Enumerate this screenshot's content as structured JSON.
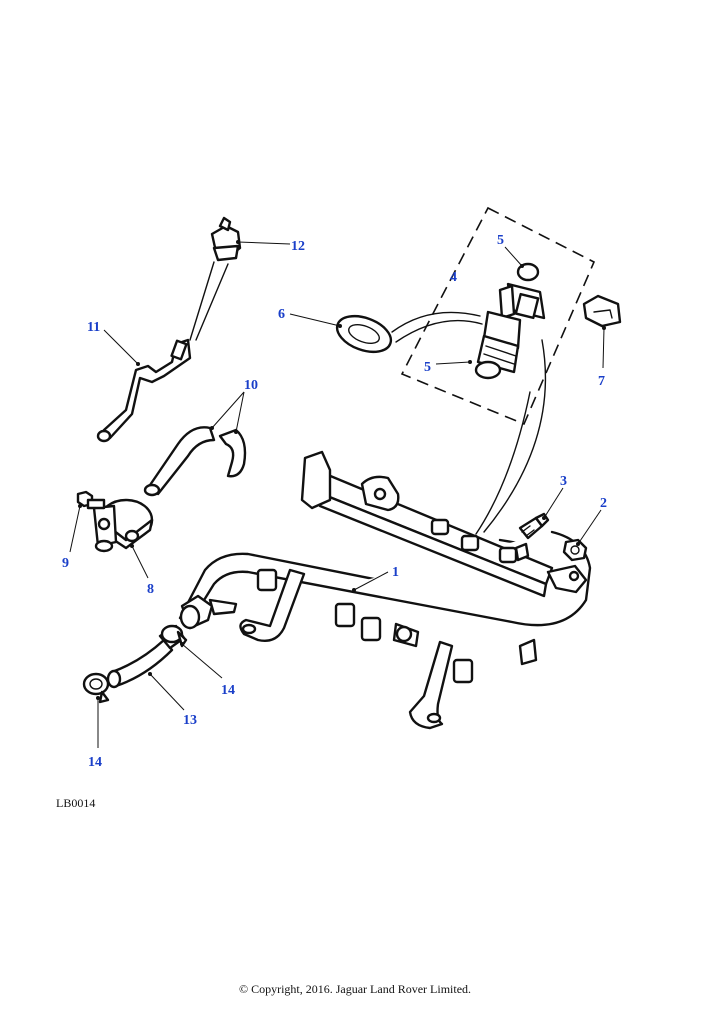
{
  "colors": {
    "callout_text": "#1a3fc9",
    "line": "#111111"
  },
  "callouts": [
    {
      "id": "c1",
      "label": "1"
    },
    {
      "id": "c2",
      "label": "2"
    },
    {
      "id": "c3",
      "label": "3"
    },
    {
      "id": "c4",
      "label": "4"
    },
    {
      "id": "c5a",
      "label": "5"
    },
    {
      "id": "c5b",
      "label": "5"
    },
    {
      "id": "c6",
      "label": "6"
    },
    {
      "id": "c7",
      "label": "7"
    },
    {
      "id": "c8",
      "label": "8"
    },
    {
      "id": "c9",
      "label": "9"
    },
    {
      "id": "c10",
      "label": "10"
    },
    {
      "id": "c11",
      "label": "11"
    },
    {
      "id": "c12",
      "label": "12"
    },
    {
      "id": "c13",
      "label": "13"
    },
    {
      "id": "c14a",
      "label": "14"
    },
    {
      "id": "c14b",
      "label": "14"
    }
  ],
  "reference": "LB0014",
  "copyright": "© Copyright, 2016. Jaguar Land Rover Limited."
}
